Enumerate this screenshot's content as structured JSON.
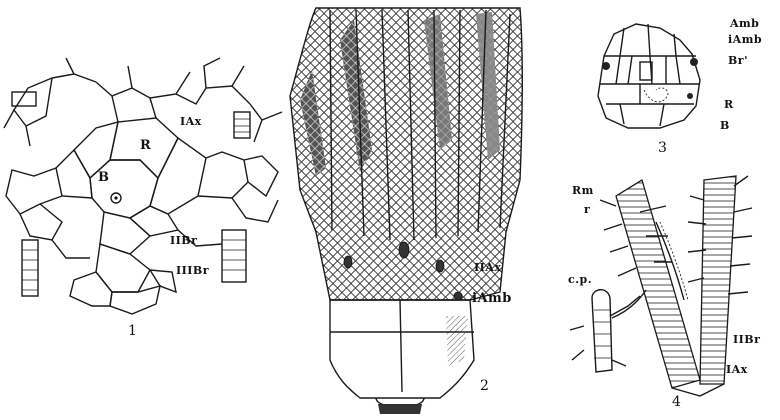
{
  "figures": [
    {
      "number": "1",
      "labels": [
        "IAx",
        "R",
        "B",
        "IIBr",
        "IIIBr"
      ]
    },
    {
      "number": "2",
      "labels": [
        "IIAx",
        "iAmb"
      ]
    },
    {
      "number": "3",
      "labels": [
        "Amb",
        "iAmb",
        "Br'",
        "R",
        "B"
      ]
    },
    {
      "number": "4",
      "labels": [
        "Rm",
        "r",
        "c.p.",
        "IIBr",
        "IAx"
      ]
    }
  ]
}
